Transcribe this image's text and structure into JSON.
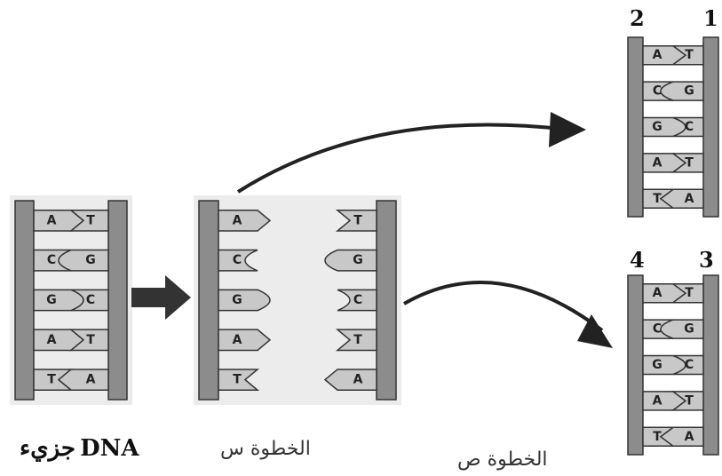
{
  "molecule": {
    "label": "DNA",
    "label_ar": "جزيء",
    "pairs": [
      {
        "left": "A",
        "right": "T"
      },
      {
        "left": "C",
        "right": "G"
      },
      {
        "left": "G",
        "right": "C"
      },
      {
        "left": "A",
        "right": "T"
      },
      {
        "left": "T",
        "right": "A"
      }
    ]
  },
  "step_x": {
    "label": "الخطوة س"
  },
  "step_y": {
    "label": "الخطوة ص"
  },
  "products": {
    "top": {
      "left_number": "2",
      "right_number": "1"
    },
    "bottom": {
      "left_number": "4",
      "right_number": "3"
    }
  },
  "colors": {
    "panel_bg": "#ececec",
    "strand": "#8c8c8c",
    "base": "#c8c8c8",
    "outline": "#333333",
    "arrow": "#222222"
  }
}
